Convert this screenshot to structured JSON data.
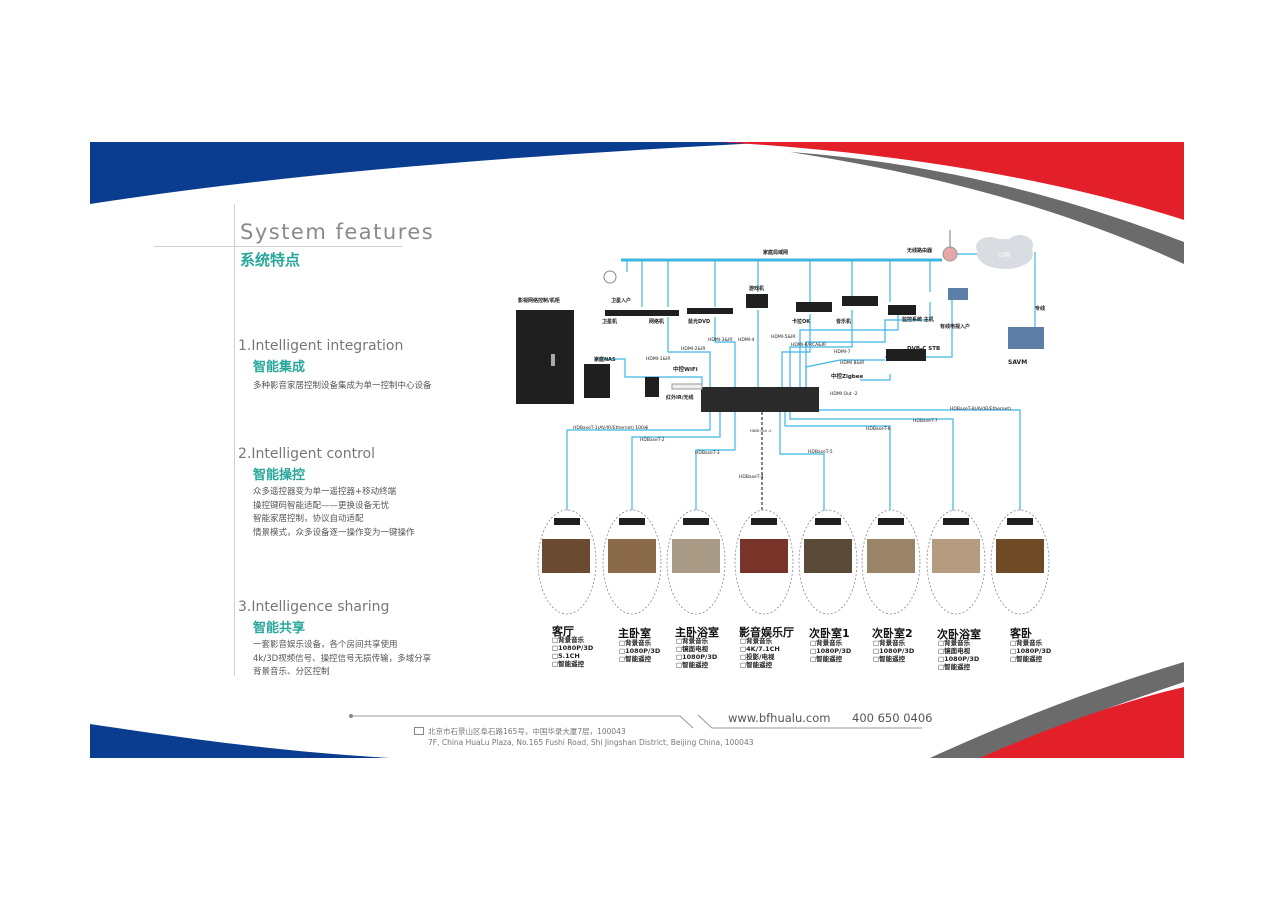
{
  "header": {
    "title_en": "System   features",
    "title_cn": "系统特点"
  },
  "features": [
    {
      "en": "1.Intelligent  integration",
      "cn": "智能集成",
      "desc": [
        "多种影音家居控制设备集成为单一控制中心设备"
      ]
    },
    {
      "en": "2.Intelligent  control",
      "cn": "智能操控",
      "desc": [
        "众多遥控器变为单一遥控器+移动终端",
        "操控键码智能适配——更换设备无忧",
        "智能家居控制，协议自动适配",
        "情景模式，众多设备逐一操作变为一键操作"
      ]
    },
    {
      "en": "3.Intelligence  sharing",
      "cn": "智能共享",
      "desc": [
        "一套影音娱乐设备，各个房间共享使用",
        "4k/3D视频信号、操控信号无损传输，多域分享",
        "背景音乐、分区控制"
      ]
    }
  ],
  "diagram": {
    "network_label": "家庭局域网",
    "router_label": "无线路由器",
    "cloud_label": "公网",
    "line_label": "专线",
    "savm_label": "SAVM",
    "server_label": "影视网络控制/机柜",
    "nas_label": "家庭NAS",
    "wifi_label": "中控WiFi",
    "ir_label": "红外IR/无线",
    "zigbee_label": "中控Zigbee",
    "hdmi_out_label": "HDMI Out -2",
    "cable_tv_label": "有线电视入户",
    "devices": [
      {
        "name": "卫星入户"
      },
      {
        "name": "卫星机"
      },
      {
        "name": "网络机"
      },
      {
        "name": "蓝光DVD"
      },
      {
        "name": "游戏机"
      },
      {
        "name": "卡拉OK"
      },
      {
        "name": "音乐机"
      },
      {
        "name": "监控系统\n主机"
      },
      {
        "name": "DVB-C STB"
      }
    ],
    "hdmi_labels": [
      "HDMI-1&IR",
      "HDMI-2&IR",
      "HDMI-3&IR",
      "HDMI-4",
      "HDMI-5&IR",
      "HDMI-6/RCA&IR",
      "HDMI-7",
      "HDMI 8&IR"
    ],
    "hdbaset_labels": [
      "HDBaseT-1(AV/IR/Ethernet) 100米",
      "HDBaseT-2",
      "HDBaseT-3",
      "HDBaseT-4",
      "HDBaseT-5",
      "HDBaseT-6",
      "HDBaseT-7",
      "HDBaseT-8(AV/IR/Ethernet)"
    ],
    "hdmi_out_small": "HDMI Out -2",
    "rooms": [
      {
        "name": "客厅",
        "features": [
          "背景音乐",
          "1080P/3D",
          "5.1CH",
          "智能遥控"
        ]
      },
      {
        "name": "主卧室",
        "features": [
          "背景音乐",
          "1080P/3D",
          "智能遥控"
        ]
      },
      {
        "name": "主卧浴室",
        "features": [
          "背景音乐",
          "镜面电视",
          "1080P/3D",
          "智能遥控"
        ]
      },
      {
        "name": "影音娱乐厅",
        "features": [
          "背景音乐",
          "4K/7.1CH",
          "投影/电视",
          "智能遥控"
        ]
      },
      {
        "name": "次卧室1",
        "features": [
          "背景音乐",
          "1080P/3D",
          "智能遥控"
        ]
      },
      {
        "name": "次卧室2",
        "features": [
          "背景音乐",
          "1080P/3D",
          "智能遥控"
        ]
      },
      {
        "name": "次卧浴室",
        "features": [
          "背景音乐",
          "镜面电视",
          "1080P/3D",
          "智能遥控"
        ]
      },
      {
        "name": "客卧",
        "features": [
          "背景音乐",
          "1080P/3D",
          "智能遥控"
        ]
      }
    ]
  },
  "footer": {
    "url": "www.bfhualu.com",
    "phone": "400 650 0406",
    "address_cn": "北京市石景山区阜石路165号，中国华录大厦7层，100043",
    "address_en": "7F, China HuaLu Plaza, No.165 Fushi Road, Shi Jingshan District, Beijing China, 100043"
  },
  "colors": {
    "blue": "#0a3d8f",
    "red": "#e3202a",
    "gray": "#6b6b6b",
    "teal": "#2aa79b",
    "line": "#3fb6e3"
  }
}
